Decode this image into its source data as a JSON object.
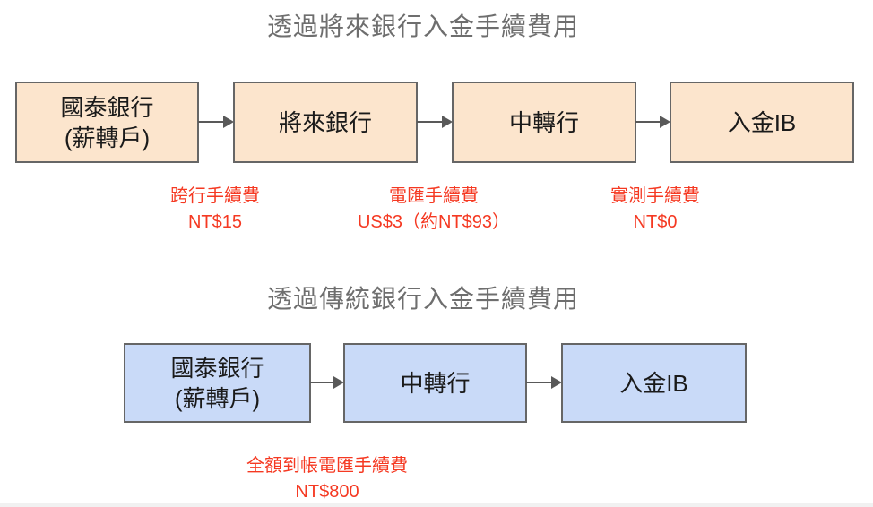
{
  "colors": {
    "background": "#ffffff",
    "title_text": "#6e6e6e",
    "node_border": "#666666",
    "next_bank_node_fill": "#fce5cd",
    "traditional_node_fill": "#c9daf8",
    "node_text": "#1a1a1a",
    "fee_text": "#f53922",
    "arrow": "#595959"
  },
  "diagram1": {
    "title": "透過將來銀行入金手續費用",
    "nodes": [
      {
        "line1": "國泰銀行",
        "line2": "(薪轉戶)"
      },
      {
        "line1": "將來銀行",
        "line2": ""
      },
      {
        "line1": "中轉行",
        "line2": ""
      },
      {
        "line1": "入金IB",
        "line2": ""
      }
    ],
    "fees": [
      {
        "line1": "跨行手續費",
        "line2": "NT$15"
      },
      {
        "line1": "電匯手續費",
        "line2": "US$3（約NT$93）"
      },
      {
        "line1": "實測手續費",
        "line2": "NT$0"
      }
    ]
  },
  "diagram2": {
    "title": "透過傳統銀行入金手續費用",
    "nodes": [
      {
        "line1": "國泰銀行",
        "line2": "(薪轉戶)"
      },
      {
        "line1": "中轉行",
        "line2": ""
      },
      {
        "line1": "入金IB",
        "line2": ""
      }
    ],
    "fees": [
      {
        "line1": "全額到帳電匯手續費",
        "line2": "NT$800"
      }
    ]
  }
}
